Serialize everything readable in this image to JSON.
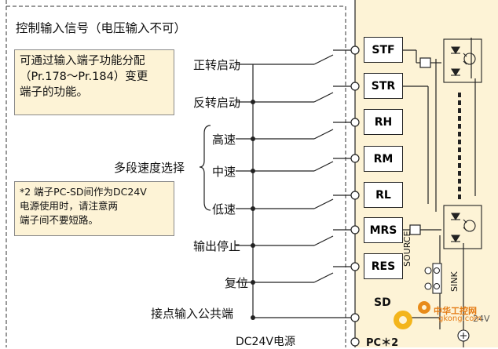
{
  "section_title": "控制输入信号（电压输入不可）",
  "note_function": {
    "line1": "可通过输入端子功能分配",
    "line2": "（Pr.178～Pr.184）变更",
    "line3": "端子的功能。"
  },
  "note_sd": {
    "line1": "*2  端子PC-SD间作为DC24V",
    "line2": "电源使用时，请注意两",
    "line3": "端子间不要短路。"
  },
  "signals": {
    "forward": "正转启动",
    "reverse": "反转启动",
    "multi_speed": "多段速度选择",
    "high": "高速",
    "mid": "中速",
    "low": "低速",
    "output_stop": "输出停止",
    "reset": "复位",
    "common": "接点输入公共端",
    "dc24v": "DC24V电源"
  },
  "terminals": {
    "stf": "STF",
    "str": "STR",
    "rh": "RH",
    "rm": "RM",
    "rl": "RL",
    "mrs": "MRS",
    "res": "RES",
    "sd": "SD",
    "pc": "PC＊2"
  },
  "jumper": {
    "source": "SOURCE",
    "sink": "SINK"
  },
  "voltage_label": "24V",
  "watermark": {
    "name": "中华工控网",
    "url": "gkong.com"
  },
  "colors": {
    "panel": "#fdf3d6",
    "line": "#222222"
  }
}
